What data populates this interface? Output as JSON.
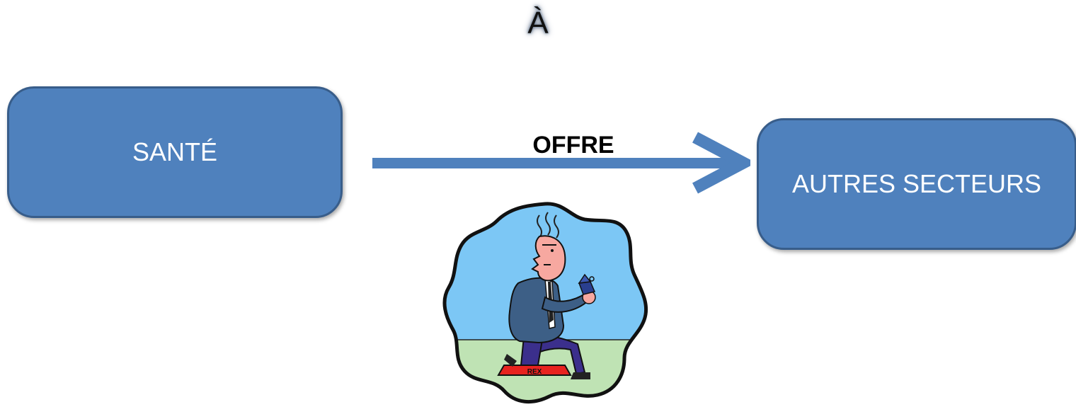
{
  "diagram": {
    "top_letter": "À",
    "source_box": "SANTÉ",
    "target_box": "AUTRES SECTEURS",
    "arrow_label": "OFFRE"
  },
  "clipart": {
    "icon": "man-kneeling-offering-ring-icon",
    "bowl_label": "REX"
  },
  "colors": {
    "box_fill": "#4f81bd",
    "box_border": "#385d8a",
    "arrow": "#4f81bd"
  }
}
